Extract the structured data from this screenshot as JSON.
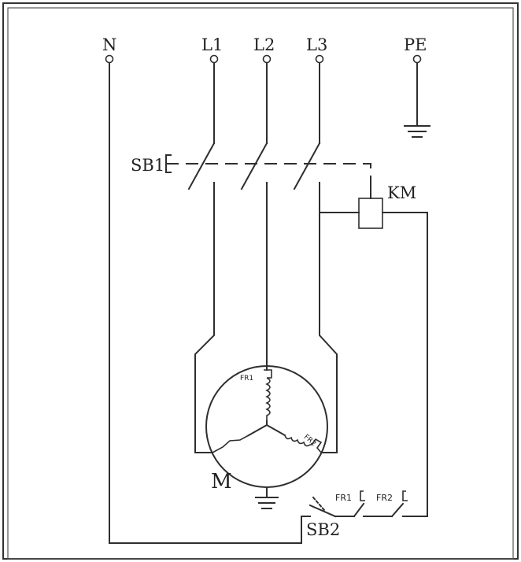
{
  "labels": {
    "neutral": "N",
    "phase1": "L1",
    "phase2": "L2",
    "phase3": "L3",
    "earth": "PE",
    "switch": "SB1",
    "contactor": "KM",
    "motor": "M",
    "motor_relay1": "FR1",
    "motor_relay2": "FR2",
    "relay1": "FR1",
    "relay2": "FR2",
    "pushbutton": "SB2"
  }
}
